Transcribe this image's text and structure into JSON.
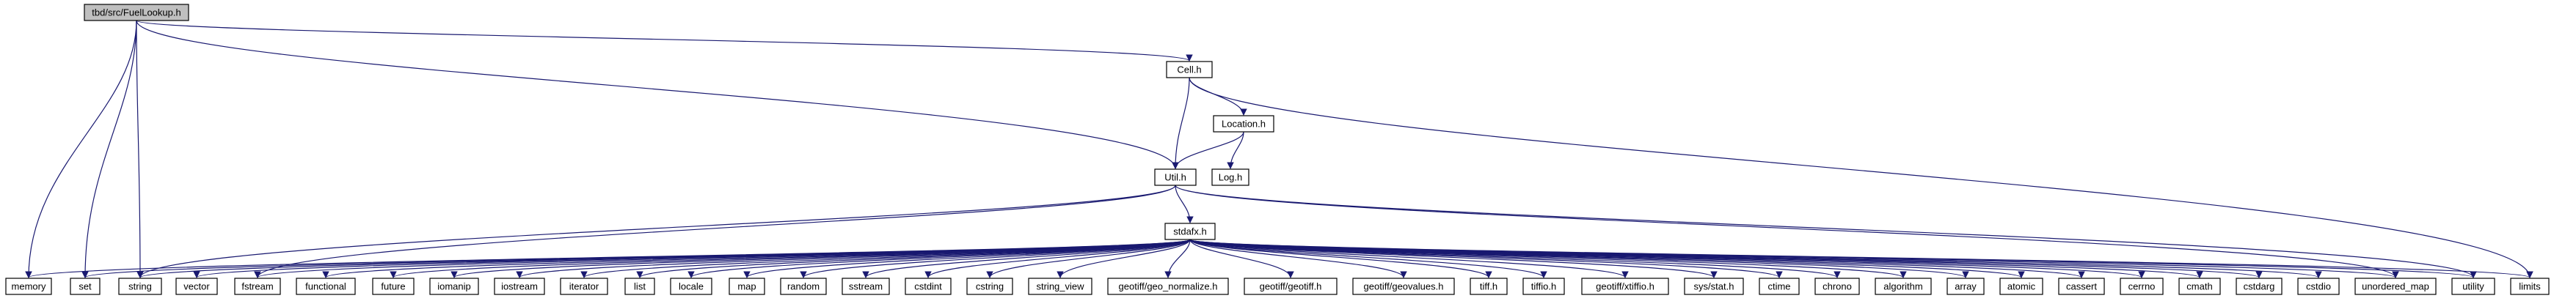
{
  "graph": {
    "root": "tbd/src/FuelLookup.h",
    "nodes": [
      {
        "id": "fuellookup",
        "label": "tbd/src/FuelLookup.h",
        "root": true
      },
      {
        "id": "cell",
        "label": "Cell.h"
      },
      {
        "id": "location",
        "label": "Location.h"
      },
      {
        "id": "util",
        "label": "Util.h"
      },
      {
        "id": "log",
        "label": "Log.h"
      },
      {
        "id": "stdafx",
        "label": "stdafx.h"
      },
      {
        "id": "memory",
        "label": "memory"
      },
      {
        "id": "set",
        "label": "set"
      },
      {
        "id": "string",
        "label": "string"
      },
      {
        "id": "vector",
        "label": "vector"
      },
      {
        "id": "fstream",
        "label": "fstream"
      },
      {
        "id": "functional",
        "label": "functional"
      },
      {
        "id": "future",
        "label": "future"
      },
      {
        "id": "iomanip",
        "label": "iomanip"
      },
      {
        "id": "iostream",
        "label": "iostream"
      },
      {
        "id": "iterator",
        "label": "iterator"
      },
      {
        "id": "list",
        "label": "list"
      },
      {
        "id": "locale",
        "label": "locale"
      },
      {
        "id": "map",
        "label": "map"
      },
      {
        "id": "random",
        "label": "random"
      },
      {
        "id": "sstream",
        "label": "sstream"
      },
      {
        "id": "cstdint",
        "label": "cstdint"
      },
      {
        "id": "cstring",
        "label": "cstring"
      },
      {
        "id": "string_view",
        "label": "string_view"
      },
      {
        "id": "geo_normalize",
        "label": "geotiff/geo_normalize.h"
      },
      {
        "id": "geotiff",
        "label": "geotiff/geotiff.h"
      },
      {
        "id": "geovalues",
        "label": "geotiff/geovalues.h"
      },
      {
        "id": "tiff",
        "label": "tiff.h"
      },
      {
        "id": "tiffio",
        "label": "tiffio.h"
      },
      {
        "id": "xtiffio",
        "label": "geotiff/xtiffio.h"
      },
      {
        "id": "sysstat",
        "label": "sys/stat.h"
      },
      {
        "id": "ctime",
        "label": "ctime"
      },
      {
        "id": "chrono",
        "label": "chrono"
      },
      {
        "id": "algorithm",
        "label": "algorithm"
      },
      {
        "id": "array",
        "label": "array"
      },
      {
        "id": "atomic",
        "label": "atomic"
      },
      {
        "id": "cassert",
        "label": "cassert"
      },
      {
        "id": "cerrno",
        "label": "cerrno"
      },
      {
        "id": "cmath",
        "label": "cmath"
      },
      {
        "id": "cstdarg",
        "label": "cstdarg"
      },
      {
        "id": "cstdio",
        "label": "cstdio"
      },
      {
        "id": "unordered_map",
        "label": "unordered_map"
      },
      {
        "id": "utility",
        "label": "utility"
      },
      {
        "id": "limits",
        "label": "limits"
      }
    ],
    "edges": [
      [
        "fuellookup",
        "memory"
      ],
      [
        "fuellookup",
        "set"
      ],
      [
        "fuellookup",
        "string"
      ],
      [
        "fuellookup",
        "cell"
      ],
      [
        "fuellookup",
        "util"
      ],
      [
        "cell",
        "util"
      ],
      [
        "cell",
        "location"
      ],
      [
        "cell",
        "limits"
      ],
      [
        "location",
        "util"
      ],
      [
        "location",
        "log"
      ],
      [
        "util",
        "string"
      ],
      [
        "util",
        "fstream"
      ],
      [
        "util",
        "stdafx"
      ],
      [
        "util",
        "utility"
      ],
      [
        "util",
        "unordered_map"
      ],
      [
        "stdafx",
        "memory"
      ],
      [
        "stdafx",
        "set"
      ],
      [
        "stdafx",
        "string"
      ],
      [
        "stdafx",
        "vector"
      ],
      [
        "stdafx",
        "fstream"
      ],
      [
        "stdafx",
        "functional"
      ],
      [
        "stdafx",
        "future"
      ],
      [
        "stdafx",
        "iomanip"
      ],
      [
        "stdafx",
        "iostream"
      ],
      [
        "stdafx",
        "iterator"
      ],
      [
        "stdafx",
        "list"
      ],
      [
        "stdafx",
        "locale"
      ],
      [
        "stdafx",
        "map"
      ],
      [
        "stdafx",
        "random"
      ],
      [
        "stdafx",
        "sstream"
      ],
      [
        "stdafx",
        "cstdint"
      ],
      [
        "stdafx",
        "cstring"
      ],
      [
        "stdafx",
        "string_view"
      ],
      [
        "stdafx",
        "geo_normalize"
      ],
      [
        "stdafx",
        "geotiff"
      ],
      [
        "stdafx",
        "geovalues"
      ],
      [
        "stdafx",
        "tiff"
      ],
      [
        "stdafx",
        "tiffio"
      ],
      [
        "stdafx",
        "xtiffio"
      ],
      [
        "stdafx",
        "sysstat"
      ],
      [
        "stdafx",
        "ctime"
      ],
      [
        "stdafx",
        "chrono"
      ],
      [
        "stdafx",
        "algorithm"
      ],
      [
        "stdafx",
        "array"
      ],
      [
        "stdafx",
        "atomic"
      ],
      [
        "stdafx",
        "cassert"
      ],
      [
        "stdafx",
        "cerrno"
      ],
      [
        "stdafx",
        "cmath"
      ],
      [
        "stdafx",
        "cstdarg"
      ],
      [
        "stdafx",
        "cstdio"
      ],
      [
        "stdafx",
        "unordered_map"
      ],
      [
        "stdafx",
        "utility"
      ],
      [
        "stdafx",
        "limits"
      ]
    ]
  },
  "colors": {
    "edge": "#191970",
    "root_fill": "#bfbfbf",
    "node_fill": "#ffffff",
    "node_border": "#000000"
  }
}
